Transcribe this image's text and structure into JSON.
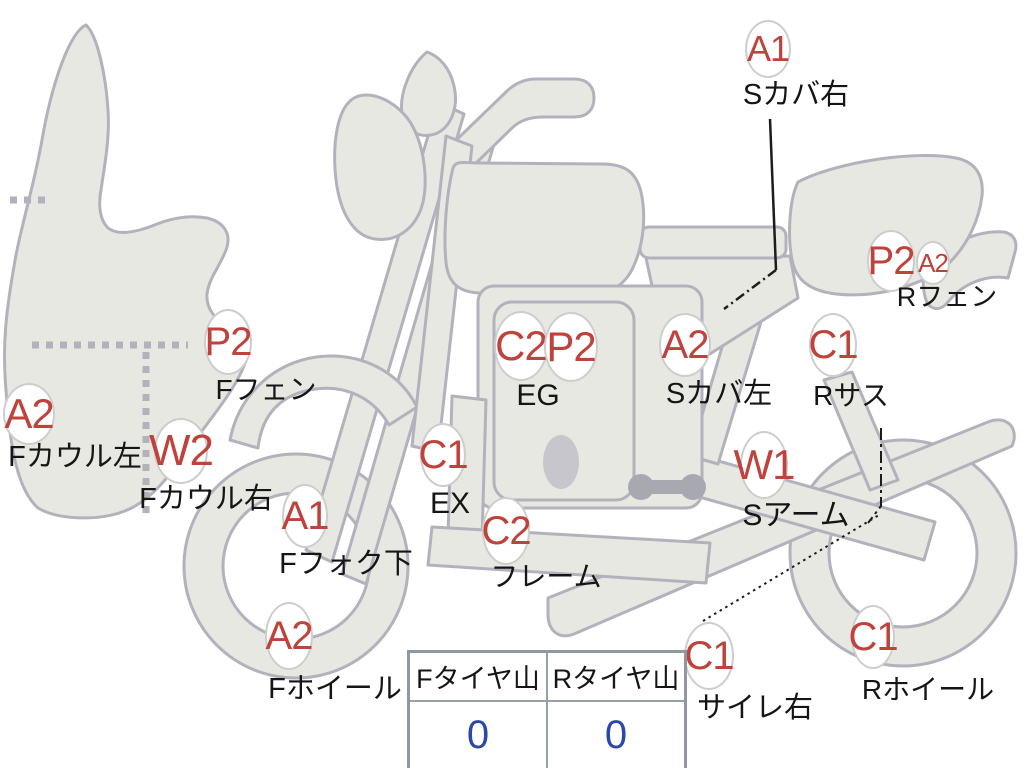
{
  "diagram_title": "motorcycle-condition-diagram",
  "colors": {
    "code_red": "#c0423c",
    "tread_value_blue": "#2948a8",
    "body_fill": "#e8e8e2",
    "body_outline": "#b2b2bc",
    "label_black": "#151515"
  },
  "markers": [
    {
      "code": "A1",
      "label": "Sカバ右"
    },
    {
      "code": "P2",
      "label": "Rフェン"
    },
    {
      "code": "A2"
    },
    {
      "code": "C2",
      "label": "EG"
    },
    {
      "code": "P2"
    },
    {
      "code": "A2",
      "label": "Sカバ左"
    },
    {
      "code": "C1",
      "label": "Rサス"
    },
    {
      "code": "P2",
      "label": "Fフェン"
    },
    {
      "code": "A2",
      "label": "Fカウル左"
    },
    {
      "code": "W2",
      "label": "Fカウル右"
    },
    {
      "code": "C1",
      "label": "EX"
    },
    {
      "code": "A1",
      "label": "Fフォク下"
    },
    {
      "code": "C2",
      "label": "フレーム"
    },
    {
      "code": "W1",
      "label": "Sアーム"
    },
    {
      "code": "A2",
      "label": "Fホイール"
    },
    {
      "code": "C1",
      "label": "サイレ右"
    },
    {
      "code": "C1",
      "label": "Rホイール"
    }
  ],
  "tire_table": {
    "headers": [
      "Fタイヤ山",
      "Rタイヤ山"
    ],
    "values": [
      "0",
      "0"
    ]
  }
}
